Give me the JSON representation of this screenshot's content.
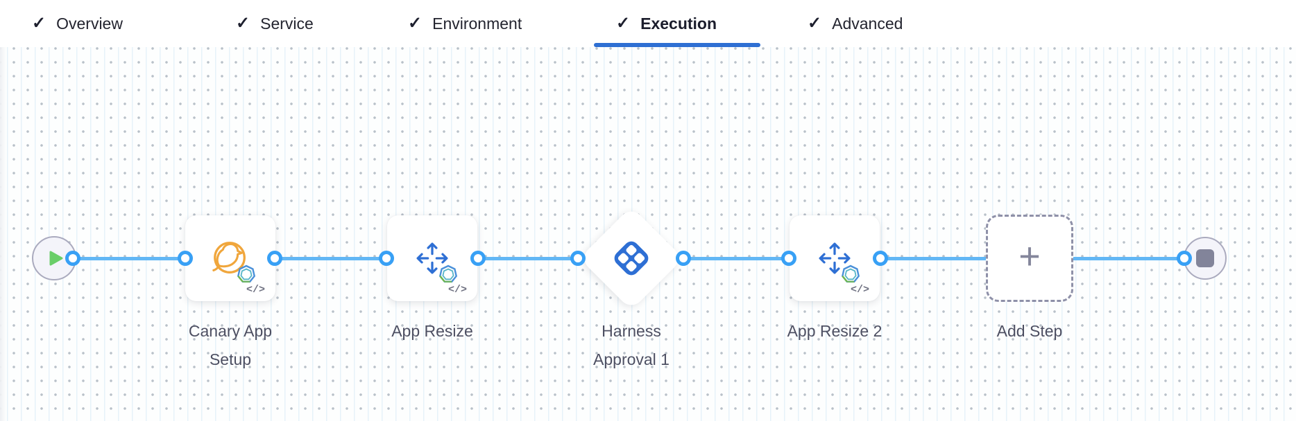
{
  "tab_bar": {
    "items": [
      {
        "label": "Overview",
        "checked": true,
        "active": false
      },
      {
        "label": "Service",
        "checked": true,
        "active": false
      },
      {
        "label": "Environment",
        "checked": true,
        "active": false
      },
      {
        "label": "Execution",
        "checked": true,
        "active": true
      },
      {
        "label": "Advanced",
        "checked": true,
        "active": false
      }
    ]
  },
  "glyphs": {
    "check": "✓",
    "plus": "+",
    "code": "</>"
  },
  "pipeline": {
    "nodes": [
      {
        "id": "start",
        "type": "start-node"
      },
      {
        "id": "canary-app-setup",
        "label": "Canary App Setup",
        "type": "step",
        "icon": "canary-icon"
      },
      {
        "id": "app-resize",
        "label": "App Resize",
        "type": "step",
        "icon": "resize-icon"
      },
      {
        "id": "harness-approval-1",
        "label": "Harness Approval 1",
        "type": "approval-diamond",
        "icon": "harness-logo-icon"
      },
      {
        "id": "app-resize-2",
        "label": "App Resize 2",
        "type": "step",
        "icon": "resize-icon"
      },
      {
        "id": "add-step",
        "label": "Add Step",
        "type": "add-step"
      },
      {
        "id": "end",
        "type": "end-node"
      }
    ]
  },
  "colors": {
    "active_tab_underline": "#2e6fd3",
    "edge_blue": "#62b7f5",
    "connector_blue": "#38a0f5",
    "step_icon_blue": "#2e6fd4",
    "canary_orange": "#f0a63c",
    "play_green": "#6ace69",
    "stop_gray": "#82849a",
    "label_gray": "#4d4f62"
  }
}
